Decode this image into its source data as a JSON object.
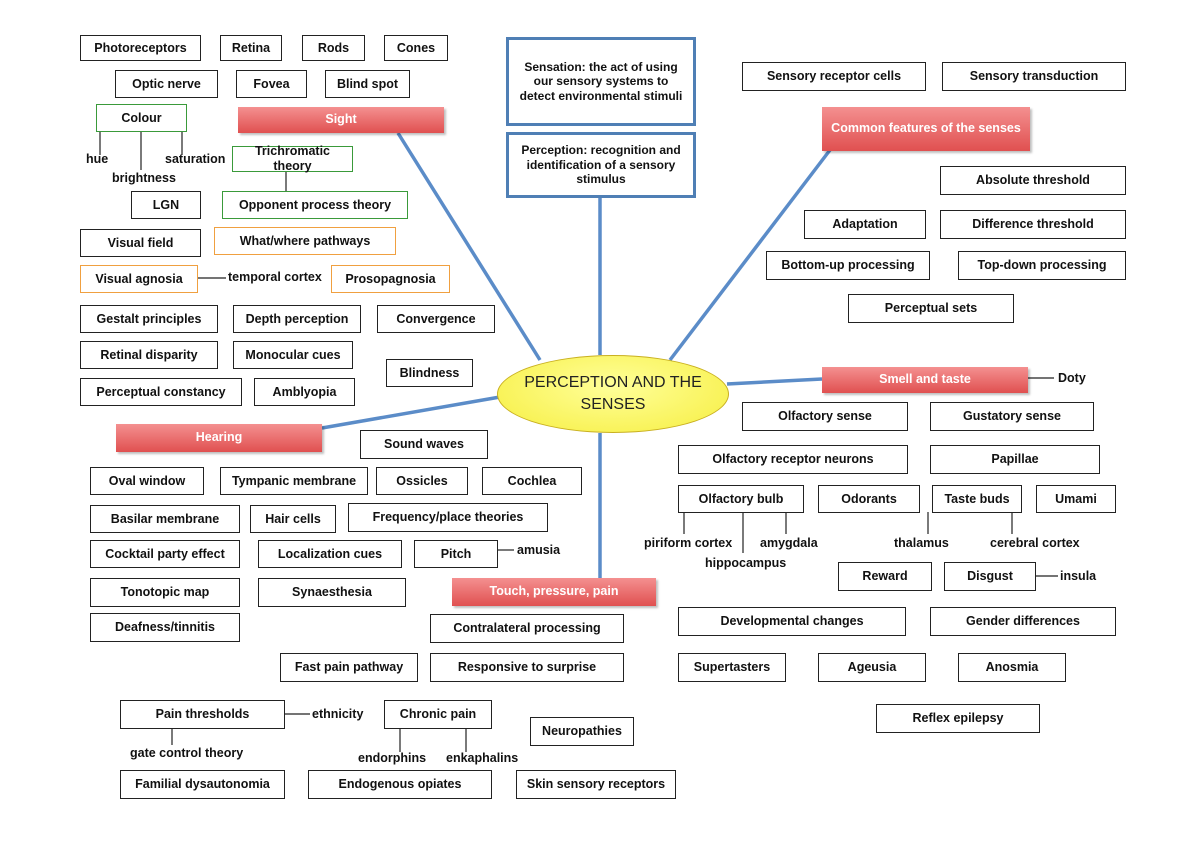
{
  "center_topic": "PERCEPTION AND THE SENSES",
  "definitions": {
    "sensation": "Sensation: the act of using our sensory systems to detect environmental stimuli",
    "perception": "Perception: recognition and identification of a sensory stimulus"
  },
  "categories": {
    "sight": "Sight",
    "common": "Common features of the senses",
    "smell_taste": "Smell and taste",
    "hearing": "Hearing",
    "touch": "Touch, pressure, pain"
  },
  "sight": {
    "photoreceptors": "Photoreceptors",
    "retina": "Retina",
    "rods": "Rods",
    "cones": "Cones",
    "optic_nerve": "Optic nerve",
    "fovea": "Fovea",
    "blind_spot": "Blind spot",
    "colour": "Colour",
    "hue": "hue",
    "saturation": "saturation",
    "brightness": "brightness",
    "trichromatic": "Trichromatic theory",
    "opponent": "Opponent process theory",
    "lgn": "LGN",
    "visual_field": "Visual field",
    "what_where": "What/where pathways",
    "visual_agnosia": "Visual agnosia",
    "temporal_cortex": "temporal cortex",
    "prosopagnosia": "Prosopagnosia",
    "gestalt": "Gestalt principles",
    "depth": "Depth perception",
    "convergence": "Convergence",
    "retinal_disparity": "Retinal disparity",
    "monocular": "Monocular cues",
    "blindness": "Blindness",
    "constancy": "Perceptual constancy",
    "amblyopia": "Amblyopia"
  },
  "common": {
    "receptor_cells": "Sensory receptor cells",
    "transduction": "Sensory transduction",
    "absolute": "Absolute threshold",
    "adaptation": "Adaptation",
    "difference": "Difference threshold",
    "bottom_up": "Bottom-up processing",
    "top_down": "Top-down processing",
    "perceptual_sets": "Perceptual sets"
  },
  "smell_taste": {
    "doty": "Doty",
    "olfactory_sense": "Olfactory sense",
    "gustatory_sense": "Gustatory sense",
    "receptor_neurons": "Olfactory receptor neurons",
    "papillae": "Papillae",
    "olfactory_bulb": "Olfactory bulb",
    "odorants": "Odorants",
    "taste_buds": "Taste buds",
    "umami": "Umami",
    "piriform": "piriform cortex",
    "amygdala": "amygdala",
    "hippocampus": "hippocampus",
    "thalamus": "thalamus",
    "cerebral_cortex": "cerebral cortex",
    "reward": "Reward",
    "disgust": "Disgust",
    "insula": "insula",
    "developmental": "Developmental changes",
    "gender": "Gender differences",
    "supertasters": "Supertasters",
    "ageusia": "Ageusia",
    "anosmia": "Anosmia",
    "reflex_epilepsy": "Reflex epilepsy"
  },
  "hearing": {
    "sound_waves": "Sound waves",
    "oval_window": "Oval window",
    "tympanic": "Tympanic membrane",
    "ossicles": "Ossicles",
    "cochlea": "Cochlea",
    "basilar": "Basilar membrane",
    "hair_cells": "Hair cells",
    "freq_place": "Frequency/place theories",
    "cocktail": "Cocktail party effect",
    "localization": "Localization cues",
    "pitch": "Pitch",
    "amusia": "amusia",
    "tonotopic": "Tonotopic map",
    "synaesthesia": "Synaesthesia",
    "deafness": "Deafness/tinnitis"
  },
  "touch": {
    "contralateral": "Contralateral processing",
    "fast_pain": "Fast pain pathway",
    "surprise": "Responsive to surprise",
    "pain_thresholds": "Pain thresholds",
    "ethnicity": "ethnicity",
    "chronic_pain": "Chronic pain",
    "neuropathies": "Neuropathies",
    "gate_control": "gate control theory",
    "endorphins": "endorphins",
    "enkaphalins": "enkaphalins",
    "dysautonomia": "Familial dysautonomia",
    "opiates": "Endogenous opiates",
    "skin_receptors": "Skin sensory receptors"
  }
}
